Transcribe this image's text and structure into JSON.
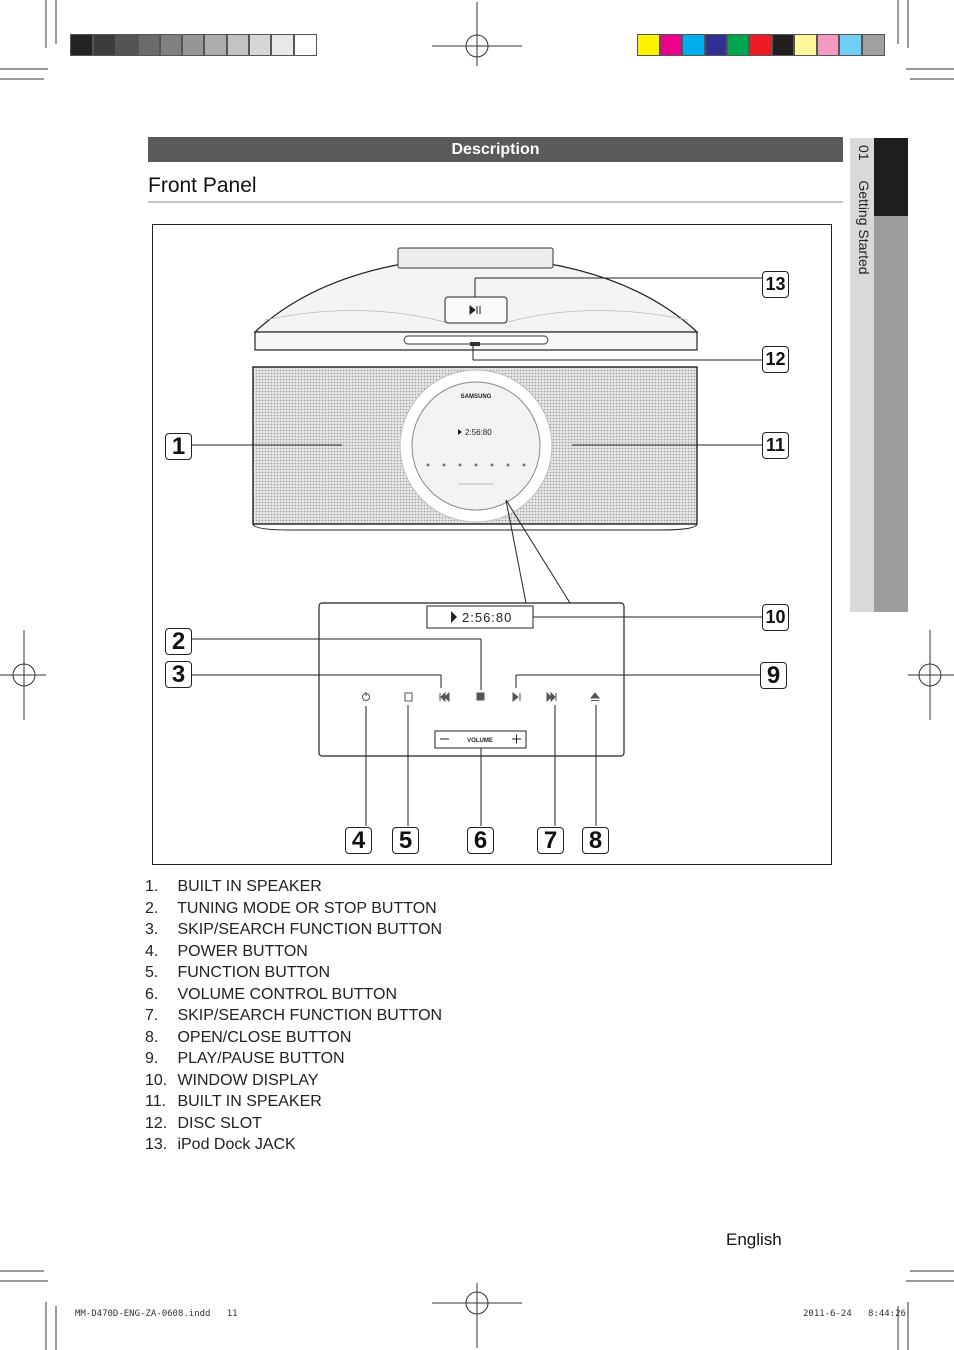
{
  "print_marks": {
    "gray_swatches": [
      "#232323",
      "#3c3c3c",
      "#545454",
      "#6a6a6a",
      "#808080",
      "#969696",
      "#acacac",
      "#c2c2c2",
      "#d6d6d6",
      "#e8e8e8",
      "#ffffff"
    ],
    "color_swatches": [
      "#fff200",
      "#ec008c",
      "#00aeef",
      "#2e3192",
      "#00a651",
      "#ed1c24",
      "#231f20",
      "#fff799",
      "#f49ac1",
      "#6dcff6",
      "#a0a0a0"
    ]
  },
  "header": {
    "section_bar": "Description",
    "heading": "Front Panel"
  },
  "side_tab": {
    "chapter": "01",
    "title": "Getting Started"
  },
  "figure": {
    "callouts": {
      "c1": "1",
      "c2": "2",
      "c3": "3",
      "c4": "4",
      "c5": "5",
      "c6": "6",
      "c7": "7",
      "c8": "8",
      "c9": "9",
      "c10": "10",
      "c11": "11",
      "c12": "12",
      "c13": "13"
    },
    "brand": "SAMSUNG",
    "display_time": "2:56:80",
    "volume_label": "VOLUME"
  },
  "parts": [
    {
      "num": "1.",
      "label": "BUILT IN SPEAKER"
    },
    {
      "num": "2.",
      "label": "TUNING MODE OR STOP BUTTON"
    },
    {
      "num": "3.",
      "label": "SKIP/SEARCH FUNCTION BUTTON"
    },
    {
      "num": "4.",
      "label": "POWER BUTTON"
    },
    {
      "num": "5.",
      "label": "FUNCTION BUTTON"
    },
    {
      "num": "6.",
      "label": "VOLUME CONTROL BUTTON"
    },
    {
      "num": "7.",
      "label": "SKIP/SEARCH FUNCTION BUTTON"
    },
    {
      "num": "8.",
      "label": "OPEN/CLOSE BUTTON"
    },
    {
      "num": "9.",
      "label": "PLAY/PAUSE BUTTON"
    },
    {
      "num": "10.",
      "label": "WINDOW DISPLAY"
    },
    {
      "num": "11.",
      "label": "BUILT IN SPEAKER"
    },
    {
      "num": "12.",
      "label": "DISC SLOT"
    },
    {
      "num": "13.",
      "label": "iPod Dock JACK"
    }
  ],
  "footer": {
    "language": "English",
    "slug_left": "MM-D470D-ENG-ZA-0608.indd   11",
    "slug_right": "2011-6-24   8:44:26"
  }
}
